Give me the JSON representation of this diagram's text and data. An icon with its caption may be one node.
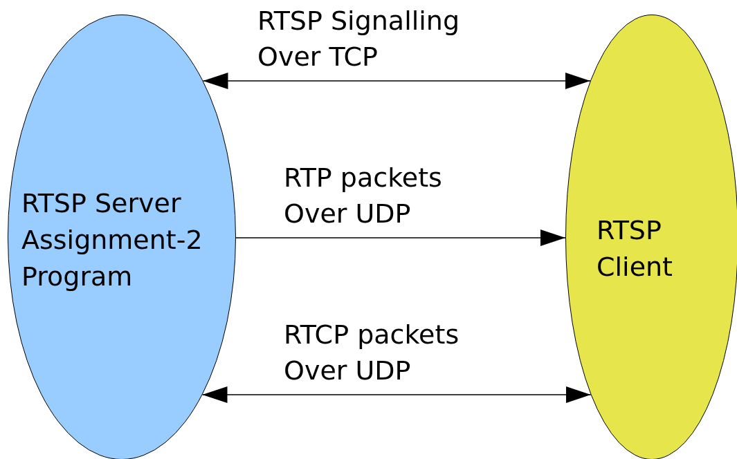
{
  "diagram": {
    "nodes": [
      {
        "text": [
          "RTSP Server Assignment-2 Program"
        ]
      },
      {
        "text": [
          "RTSP Client"
        ]
      }
    ],
    "edges": [
      {
        "from": 0,
        "to": 1,
        "arrow": "both",
        "label": "RTSP Signalling Over TCP"
      },
      {
        "from": 0,
        "to": 1,
        "arrow": "to",
        "label": "RTP packets Over UDP"
      },
      {
        "from": 0,
        "to": 1,
        "arrow": "both",
        "label": "RTCP packets Over UDP"
      }
    ]
  }
}
